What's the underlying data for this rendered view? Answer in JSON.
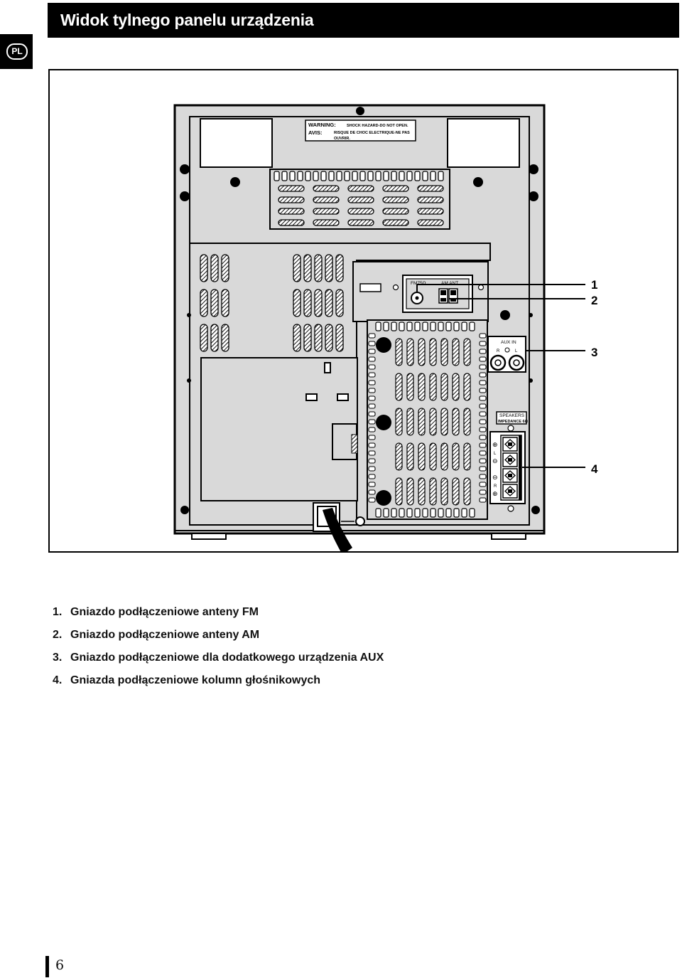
{
  "header": {
    "title": "Widok tylnego panelu urządzenia"
  },
  "lang_badge": "PL",
  "device": {
    "warning_label": "WARNING:",
    "warning_text": "SHOCK HAZARD-DO NOT OPEN.",
    "avis_label": "AVIS:",
    "avis_text_1": "RISQUE DE CHOC ELECTRIQUE-NE PAS",
    "avis_text_2": "OUVRIR.",
    "fm_label": "FM75Ω",
    "am_label": "AM ANT",
    "aux_label": "AUX IN",
    "aux_r": "R",
    "aux_l": "L",
    "speakers_label": "SPEAKERS",
    "impedance_label": "IMPEDANCE 6Ω",
    "spk_l": "L",
    "spk_r": "R"
  },
  "callouts": [
    "1",
    "2",
    "3",
    "4"
  ],
  "legend": [
    {
      "num": "1.",
      "text": "Gniazdo podłączeniowe anteny FM"
    },
    {
      "num": "2.",
      "text": "Gniazdo podłączeniowe anteny AM"
    },
    {
      "num": "3.",
      "text": "Gniazdo podłączeniowe dla dodatkowego urządzenia AUX"
    },
    {
      "num": "4.",
      "text": "Gniazda podłączeniowe kolumn głośnikowych"
    }
  ],
  "page_number": "6"
}
